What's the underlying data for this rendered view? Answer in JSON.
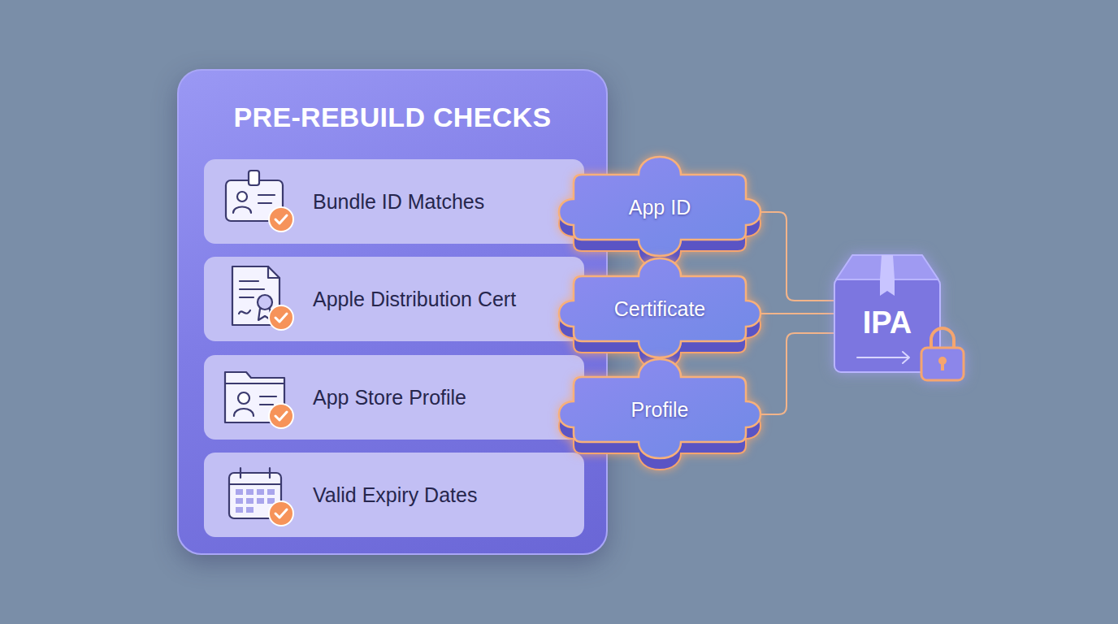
{
  "diagram": {
    "nodes": [
      {
        "text": [
          "PRE-REBUILD CHECKS"
        ]
      },
      {
        "text": [
          "Bundle ID Matches"
        ],
        "in": 0
      },
      {
        "text": [
          "Apple Distribution Cert"
        ],
        "in": 0
      },
      {
        "text": [
          "App Store Profile"
        ],
        "in": 0
      },
      {
        "text": [
          "Valid Expiry Dates"
        ],
        "in": 0
      },
      {
        "text": [
          "App ID"
        ]
      },
      {
        "text": [
          "Certificate"
        ]
      },
      {
        "text": [
          "Profile"
        ]
      },
      {
        "text": [
          "IPA"
        ]
      }
    ],
    "edges": [
      {
        "from": 5,
        "to": 8,
        "arrow": "none"
      },
      {
        "from": 6,
        "to": 8,
        "arrow": "none"
      },
      {
        "from": 7,
        "to": 8,
        "arrow": "none"
      }
    ]
  }
}
